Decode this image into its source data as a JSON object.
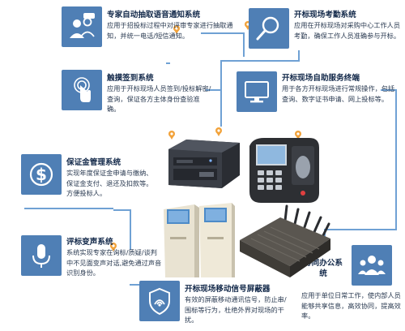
{
  "colors": {
    "accent": "#4f7fb5",
    "connector": "#6fa1d4",
    "pin": "#f2a23a",
    "text": "#13294a"
  },
  "items": [
    {
      "key": "voice",
      "icon": "people-voice-icon",
      "title": "专家自动抽取语音通知系统",
      "desc": "应用于招投标过程中对评审专家进行抽取通知，并统一电话/短信通知。"
    },
    {
      "key": "attend",
      "icon": "search-icon",
      "title": "开标现场考勤系统",
      "desc": "应用在开标现场对采购中心工作人员考勤，确保工作人员准确参与开标。"
    },
    {
      "key": "touch",
      "icon": "touch-icon",
      "title": "触摸签到系统",
      "desc": "应用于开标现场人员签到/投标解密/查询，保证各方主体身份查验准确。"
    },
    {
      "key": "terminal",
      "icon": "monitor-icon",
      "title": "开标现场自助服务终端",
      "desc": "用于各方开标现场进行常规操作，包括查询、数字证书申请、网上投标等。"
    },
    {
      "key": "deposit",
      "icon": "dollar-icon",
      "title": "保证金管理系统",
      "desc": "实现年度保证金申请与缴纳、保证金支付、退还及扣款等。方便投标人。"
    },
    {
      "key": "voicechg",
      "icon": "microphone-icon",
      "title": "评标变声系统",
      "desc": "系统实现专家在询标/质疑/谈判中不见面变声对话,避免通过声音识别身份。"
    },
    {
      "key": "office",
      "icon": "group-icon",
      "title": "协同办公系统",
      "desc": "应用于单位日常工作，使内部人员能够共享信息，高效协同，提高效率。"
    },
    {
      "key": "shield",
      "icon": "signal-shield-icon",
      "title": "开标现场移动信号屏蔽器",
      "desc": "有效的屏蔽移动通讯信号，防止串/围标等行为，杜绝外界对现场的干扰。"
    }
  ],
  "devices": [
    {
      "name": "server-unit-image",
      "label": "server"
    },
    {
      "name": "attendance-machine-image",
      "label": "attendance"
    },
    {
      "name": "kiosk-image",
      "label": "kiosk"
    },
    {
      "name": "signal-jammer-image",
      "label": "jammer"
    }
  ]
}
